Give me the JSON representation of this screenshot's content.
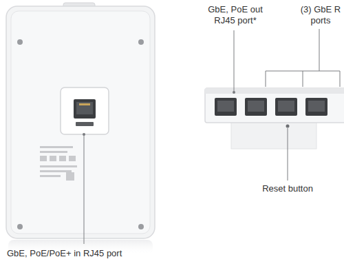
{
  "diagram": {
    "labels": [
      "GbE, PoE out RJ45 port*",
      "(3) GbE R ports",
      "Reset button",
      "GbE, PoE/PoE+ in RJ45 port"
    ]
  }
}
